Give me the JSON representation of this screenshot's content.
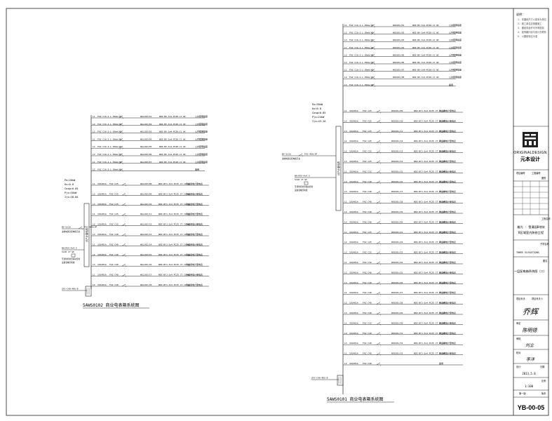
{
  "left_diagram": {
    "top_circuits": [
      {
        "phase": "L1",
        "breaker": "FAZ C16-2-L-30mA/45",
        "circuit": "WGL102/01",
        "cable": "WDZ-BV-3x4-PC20-CC WC",
        "use": "公共照明插座"
      },
      {
        "phase": "L2",
        "breaker": "FAZ C16-2-L-30mA/45",
        "circuit": "WGL102/02",
        "cable": "WDZ-BV-3x4-PC20-CC WC",
        "use": "公共照明插座"
      },
      {
        "phase": "L3",
        "breaker": "FAZ C16-2-L-30mA/45",
        "circuit": "WGL102/03",
        "cable": "WDZ-BV-3x4-PC20-CC WC",
        "use": "公共照明插座"
      },
      {
        "phase": "L1",
        "breaker": "FAZ C16-2-L-30mA/45",
        "circuit": "WGL102/04",
        "cable": "WDZ-BV-3x4-PC20-CC WC",
        "use": "公共照明插座"
      },
      {
        "phase": "L2",
        "breaker": "FAZ C16-2-L-30mA/45",
        "circuit": "WGL102/05",
        "cable": "WDZ-BV-3x4-PC20-CC WC",
        "use": "公共照明插座"
      },
      {
        "phase": "L3",
        "breaker": "FAZ C16-2-L-30mA/45",
        "circuit": "WGL102/06",
        "cable": "WDZ-BV-3x4-PC20-CC WC",
        "use": "公共照明插座"
      },
      {
        "phase": "L1",
        "breaker": "FAZ C16-2-L-30mA/45",
        "circuit": "WGL102/07",
        "cable": "WDZ-BV-3x4-PC20-CC WC",
        "use": "公共照明插座"
      },
      {
        "phase": "L2",
        "breaker": "FAZ C16-2-L-30mA/45",
        "circuit": "",
        "cable": "",
        "use": "备用"
      }
    ],
    "load": {
      "pe": "Pe=20kW",
      "kx": "Kx=0.8",
      "cos": "Cosφ=0.85",
      "pjs": "Pjs=16kW",
      "ijs": "Ijs=28.6A"
    },
    "incoming": {
      "cable": "BV-5x16",
      "breaker": "FAS-40A/3P",
      "label": "进线电源自配电箱引来"
    },
    "spd": {
      "text": "NH-RVV-4x4.5",
      "sub": "SC20 CT WC",
      "note": "至消防控制室联动控制",
      "note2": "设备强电控制线"
    },
    "meter": "ZXY-C40-4KG-B",
    "bus_label": "分户计量电表",
    "meter_circuits": [
      {
        "phase": "L1",
        "breaker": "1D1401A",
        "fuse": "FAZ C25",
        "circuit": "WGL102/08",
        "cable": "WDZ-BYJ-3x4 PC25 CT CC WC",
        "use": "商业用电计量电表"
      },
      {
        "phase": "L2",
        "breaker": "1D1401A",
        "fuse": "FAZ C25",
        "circuit": "WGL102/09",
        "cable": "WDZ-BYJ-3x4 PC25 CT CC WC",
        "use": "商业用电计量电表"
      },
      {
        "phase": "L3",
        "breaker": "1D1401A",
        "fuse": "FAZ C25",
        "circuit": "WGL102/10",
        "cable": "WDZ-BYJ-3x4 PC25 CT CC WC",
        "use": "商业用电计量电表"
      },
      {
        "phase": "L1",
        "breaker": "1D1401A",
        "fuse": "FAZ C25",
        "circuit": "WGL102/11",
        "cable": "WDZ-BYJ-3x4 PC25 CT CC WC",
        "use": "商业用电计量电表"
      },
      {
        "phase": "L2",
        "breaker": "1D1401A",
        "fuse": "FAZ C32",
        "circuit": "WGL102/12",
        "cable": "WDZ-BYJ-3x4 PC25 CT CC WC",
        "use": "商业用电计量电表"
      },
      {
        "phase": "L3",
        "breaker": "1D1401A",
        "fuse": "FAZ C40",
        "circuit": "WGL102/13",
        "cable": "WDZ-BYJ-3x4 PC25 CT CC WC",
        "use": "商业用电计量电表"
      },
      {
        "phase": "L1",
        "breaker": "1D1401A",
        "fuse": "FAZ C40",
        "circuit": "WGL102/14",
        "cable": "WDZ-BYJ-3x4 PC25 CT CC WC",
        "use": "商业用电计量电表"
      },
      {
        "phase": "L2",
        "breaker": "1D1401A",
        "fuse": "FAZ C40",
        "circuit": "WGL102/15",
        "cable": "WDZ-BYJ-3x4 PC25 CT CC WC",
        "use": "商业用电计量电表"
      },
      {
        "phase": "L3",
        "breaker": "1D1401A",
        "fuse": "FAZ C40",
        "circuit": "WGL102/16",
        "cable": "WDZ-BYJ-3x4 PC25 CT CC WC",
        "use": "商业用电计量电表"
      },
      {
        "phase": "L1",
        "breaker": "1D1401A",
        "fuse": "FAZ C40",
        "circuit": "WGL102/17",
        "cable": "WDZ-BYJ-3x4 PC25 CT CC WC",
        "use": "商业用电计量电表"
      },
      {
        "phase": "L2",
        "breaker": "1D1401A",
        "fuse": "FAZ C40",
        "circuit": "WGL102/18",
        "cable": "WDZ-BYJ-3x4 PC25 CT CC WC",
        "use": "商业用电计量电表"
      }
    ],
    "caption": "5AWS0102 商业电表箱系统图"
  },
  "right_diagram": {
    "top_circuits": [
      {
        "phase": "L1",
        "breaker": "FAZ C16-2-L-30mA/45",
        "circuit": "WS0101/01",
        "cable": "WDZ-BV-3x4-PC20-CC WC",
        "use": "公共照明插座"
      },
      {
        "phase": "L2",
        "breaker": "FAZ C16-2-L-30mA/45",
        "circuit": "WS0101/02",
        "cable": "WDZ-BV-3x4-PC20-CC WC",
        "use": "公共照明插座"
      },
      {
        "phase": "L3",
        "breaker": "FAZ C16-2-L-30mA/45",
        "circuit": "WS0101/03",
        "cable": "WDZ-BV-3x4-PC20-CC WC",
        "use": "公共照明插座"
      },
      {
        "phase": "L1",
        "breaker": "FAZ C16-2-L-30mA/45",
        "circuit": "WS0101/04",
        "cable": "WDZ-BV-3x4-PC20-CC WC",
        "use": "公共照明插座"
      },
      {
        "phase": "L2",
        "breaker": "FAZ C16-2-L-30mA/45",
        "circuit": "WS0101/05",
        "cable": "WDZ-BV-3x4-PC20-CC WC",
        "use": "公共照明插座"
      },
      {
        "phase": "L3",
        "breaker": "FAZ C16-2-L-30mA/45",
        "circuit": "WS0101/06",
        "cable": "WDZ-BV-3x4-PC20-CC WC",
        "use": "公共照明插座"
      },
      {
        "phase": "L1",
        "breaker": "FAZ C16-2-L-30mA/45",
        "circuit": "WS0101/07",
        "cable": "WDZ-BV-3x4-PC20-CC WC",
        "use": "公共照明插座"
      },
      {
        "phase": "L2",
        "breaker": "FAZ C16-2-L-30mA/45",
        "circuit": "WS0101/08",
        "cable": "WDZ-BV-3x4-PC20-CC WC",
        "use": "公共照明插座"
      },
      {
        "phase": "L3",
        "breaker": "FAZ C16-2-L-30mA/45",
        "circuit": "",
        "cable": "",
        "use": "备用"
      }
    ],
    "load": {
      "pe": "Pe=30kW",
      "kx": "Kx=0.8",
      "cos": "Cosφ=0.85",
      "pjs": "Pjs=24kW",
      "ijs": "Ijs=43.1A"
    },
    "incoming": {
      "cable": "BV-5x16",
      "breaker": "FAS-40A/3P",
      "label": "进线电源自配电箱引来"
    },
    "spd": {
      "text": "NH-RVV-4x4.5",
      "sub": "SC20 CT WC",
      "note": "至消防控制室联动控制",
      "note2": "设备强电控制线"
    },
    "meter": "ZXY-C40-4KG-B",
    "bus_label": "分户计量电表",
    "meter_circuits": [
      {
        "phase": "L1",
        "breaker": "1D1401A",
        "fuse": "FAZ C25",
        "circuit": "WS0101/09",
        "cable": "WDZ-BYJ-3x4 PC25 CT CC WC",
        "use": "商业用电计量电表"
      },
      {
        "phase": "L2",
        "breaker": "1D1401A",
        "fuse": "FAZ C25",
        "circuit": "WS0101/10",
        "cable": "WDZ-BYJ-3x4 PC25 CT CC WC",
        "use": "商业用电计量电表"
      },
      {
        "phase": "L3",
        "breaker": "1D1401A",
        "fuse": "FAZ C25",
        "circuit": "WS0101/11",
        "cable": "WDZ-BYJ-3x4 PC25 CT CC WC",
        "use": "商业用电计量电表"
      },
      {
        "phase": "L1",
        "breaker": "1D1401A",
        "fuse": "FAZ C25",
        "circuit": "WS0101/12",
        "cable": "WDZ-BYJ-3x4 PC25 CT CC WC",
        "use": "商业用电计量电表"
      },
      {
        "phase": "L2",
        "breaker": "1D1401A",
        "fuse": "FAZ C25",
        "circuit": "WS0101/13",
        "cable": "WDZ-BYJ-3x4 PC25 CT CC WC",
        "use": "商业用电计量电表"
      },
      {
        "phase": "L3",
        "breaker": "1D1401A",
        "fuse": "FAZ C25",
        "circuit": "WS0101/14",
        "cable": "WDZ-BYJ-3x4 PC25 CT CC WC",
        "use": "商业用电计量电表"
      },
      {
        "phase": "L1",
        "breaker": "1D1401A",
        "fuse": "FAZ C32",
        "circuit": "WS0101/15",
        "cable": "WDZ-BYJ-3x4 PC25 CT CC WC",
        "use": "商业用电计量电表"
      },
      {
        "phase": "L2",
        "breaker": "1D1401A",
        "fuse": "FAZ C40",
        "circuit": "WS0101/16",
        "cable": "WDZ-BYJ-3x4 PC25 CT CC WC",
        "use": "商业用电计量电表"
      },
      {
        "phase": "L3",
        "breaker": "1D1401A",
        "fuse": "FAZ C40",
        "circuit": "WS0101/17",
        "cable": "WDZ-BYJ-3x4 PC25 CT CC WC",
        "use": "商业用电计量电表"
      },
      {
        "phase": "L1",
        "breaker": "1D1401A",
        "fuse": "FAZ C40",
        "circuit": "WS0101/18",
        "cable": "WDZ-BYJ-3x4 PC25 CT CC WC",
        "use": "商业用电计量电表"
      },
      {
        "phase": "L2",
        "breaker": "1D1401A",
        "fuse": "FAZ C40",
        "circuit": "WS0101/19",
        "cable": "WDZ-BYJ-3x4 PC25 CT CC WC",
        "use": "商业用电计量电表"
      },
      {
        "phase": "L3",
        "breaker": "1D1401A",
        "fuse": "FAZ C40",
        "circuit": "WS0101/20",
        "cable": "WDZ-BYJ-3x4 PC25 CT CC WC",
        "use": "商业用电计量电表"
      },
      {
        "phase": "L1",
        "breaker": "1D1401A",
        "fuse": "FAZ C25",
        "circuit": "WS0101/21",
        "cable": "WDZ-BYJ-3x4 PC25 CT CC WC",
        "use": "商业用电计量电表"
      },
      {
        "phase": "L2",
        "breaker": "1D1401A",
        "fuse": "FAZ C25",
        "circuit": "WS0101/22",
        "cable": "WDZ-BYJ-3x4 PC25 CT CC WC",
        "use": "商业用电计量电表"
      },
      {
        "phase": "L3",
        "breaker": "1D1401A",
        "fuse": "FAZ C25",
        "circuit": "WS0101/23",
        "cable": "WDZ-BYJ-3x4 PC25 CT CC WC",
        "use": "商业用电计量电表"
      },
      {
        "phase": "L1",
        "breaker": "1D1401A",
        "fuse": "FAZ C32",
        "circuit": "WS0101/24",
        "cable": "WDZ-BYJ-3x4 PC25 CT CC WC",
        "use": "商业用电计量电表"
      },
      {
        "phase": "L2",
        "breaker": "1D1401A",
        "fuse": "FAZ C40",
        "circuit": "WS0101/25",
        "cable": "WDZ-BYJ-3x4 PC25 CT CC WC",
        "use": "商业用电计量电表"
      },
      {
        "phase": "L3",
        "breaker": "1D1401A",
        "fuse": "FAZ C40",
        "circuit": "WS0101/26",
        "cable": "WDZ-BYJ-3x4 PC25 CT CC WC",
        "use": "商业用电计量电表"
      },
      {
        "phase": "L1",
        "breaker": "1D1401A",
        "fuse": "FAZ C40",
        "circuit": "WS0101/27",
        "cable": "WDZ-BYJ-3x4 PC25 CT CC WC",
        "use": "商业用电计量电表"
      },
      {
        "phase": "L2",
        "breaker": "1D1401A",
        "fuse": "FAZ C40",
        "circuit": "WS0101/28",
        "cable": "WDZ-BYJ-3x4 PC25 CT CC WC",
        "use": "商业用电计量电表"
      },
      {
        "phase": "L3",
        "breaker": "1D1401A",
        "fuse": "FAZ C40",
        "circuit": "WS0101/29",
        "cable": "WDZ-BYJ-3x4 PC25 CT CC WC",
        "use": "商业用电计量电表"
      },
      {
        "phase": "L1",
        "breaker": "1D1401A",
        "fuse": "FAZ C32",
        "circuit": "WS0101/30",
        "cable": "WDZ-BYJ-3x4 PC25 CT CC WC",
        "use": "商业用电计量电表"
      },
      {
        "phase": "L2",
        "breaker": "1D1401A",
        "fuse": "FAZ C40",
        "circuit": "WS0101/31",
        "cable": "WDZ-BYJ-3x4 PC25 CT CC WC",
        "use": "商业用电计量电表"
      },
      {
        "phase": "L3",
        "breaker": "1D1401A",
        "fuse": "FAZ C40",
        "circuit": "WS0101/32",
        "cable": "WDZ-BYJ-3x4 PC25 CT CC WC",
        "use": "商业用电计量电表"
      },
      {
        "phase": "L1",
        "breaker": "1D1401A",
        "fuse": "FAZ C40",
        "circuit": "WS0101/33",
        "cable": "WDZ-BYJ-3x4 PC25 CT CC WC",
        "use": "商业用电计量电表"
      },
      {
        "phase": "L2",
        "breaker": "1D1401A",
        "fuse": "FAZ C40",
        "circuit": "",
        "cable": "",
        "use": "备用"
      }
    ],
    "caption": "5AWS0101 商业电表箱系统图"
  },
  "title_block": {
    "notes_heading": "说明：",
    "notes": [
      "1. 本图纸尺寸以毫米为单位",
      "2. 施工单位应按图施工",
      "3. 图纸未经许可不得复制",
      "4. 如有疑问请与设计方联系",
      "5. 以图纸标注为准"
    ],
    "logo_text": "ORIGINALDESIGN",
    "company": "元本设计",
    "stamp_row": [
      "项目编号",
      "工程编号",
      "图别"
    ],
    "project_label": "工程名称",
    "project_name": "嵩光 · 雪漫园B地块",
    "project_sub": "B区域室内装修工程",
    "sheet_label": "子项名称",
    "drawing_en": "THREE ELEVATIONS",
    "drawing_title_label": "图名",
    "drawing_title": "一层配电箱系统图（二）",
    "rows": [
      {
        "label": "项目负责",
        "value": "项目负责人"
      },
      {
        "label": "审定",
        "value": ""
      },
      {
        "label": "审核",
        "value": ""
      },
      {
        "label": "校对",
        "value": ""
      },
      {
        "label": "设计",
        "value": ""
      }
    ],
    "signatures": [
      "乔辉",
      "陈明德",
      "刘立",
      "李洋"
    ],
    "date_label": "日期",
    "date": "2013.5.8",
    "scale_label": "比例",
    "scale": "1:100",
    "version_label": "版本",
    "version": "第一版",
    "drawing_no": "YB-00-05"
  }
}
